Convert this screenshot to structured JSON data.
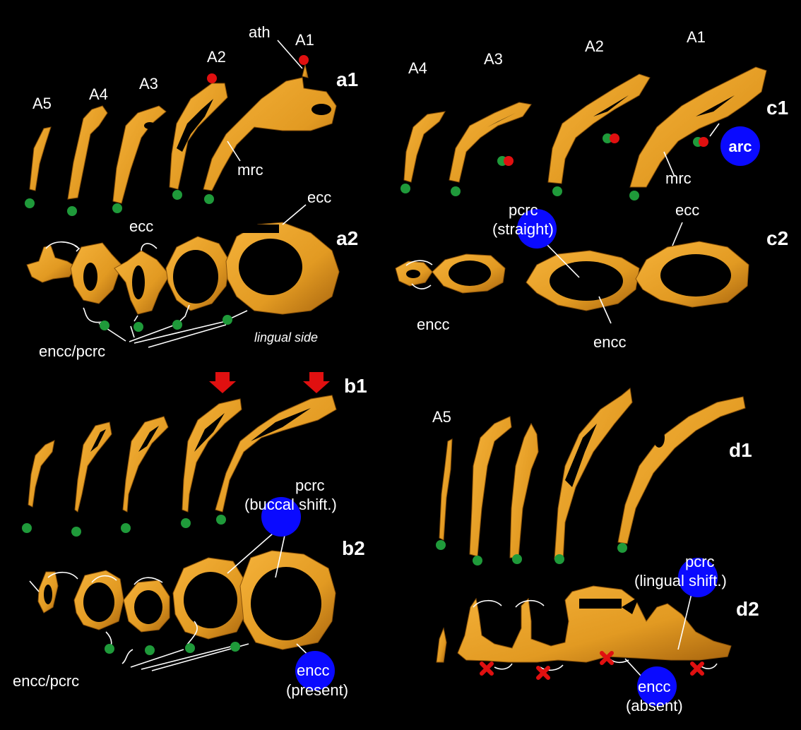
{
  "panels": {
    "a1": "a1",
    "a2": "a2",
    "b1": "b1",
    "b2": "b2",
    "c1": "c1",
    "c2": "c2",
    "d1": "d1",
    "d2": "d2"
  },
  "vertebrae_a": {
    "A5": "A5",
    "A4": "A4",
    "A3": "A3",
    "A2": "A2",
    "A1": "A1"
  },
  "vertebrae_c": {
    "A4": "A4",
    "A3": "A3",
    "A2": "A2",
    "A1": "A1"
  },
  "vertebrae_d": {
    "A5": "A5"
  },
  "labels": {
    "ath": "ath",
    "mrc_a": "mrc",
    "mrc_c": "mrc",
    "ecc_a1": "ecc",
    "ecc_a2": "ecc",
    "ecc_c": "ecc",
    "encc_pcrc_a": "encc/pcrc",
    "encc_pcrc_b": "encc/pcrc",
    "lingual_side": "lingual side",
    "arc": "arc",
    "pcrc_c_1": "pcrc",
    "pcrc_c_2": "(straight)",
    "encc_c_left": "encc",
    "encc_c_mid": "encc",
    "pcrc_b_1": "pcrc",
    "pcrc_b_2": "(buccal shift.)",
    "encc_b_1": "encc",
    "encc_b_2": "(present)",
    "pcrc_d_1": "pcrc",
    "pcrc_d_2": "(lingual shift.)",
    "encc_d_1": "encc",
    "encc_d_2": "(absent)"
  },
  "colors": {
    "background": "#000000",
    "bone": "#e8a024",
    "bone_dark": "#b06e12",
    "marker_green": "#1f9a3a",
    "marker_red": "#e01010",
    "marker_blue": "#0a0aff",
    "text": "#ffffff"
  }
}
